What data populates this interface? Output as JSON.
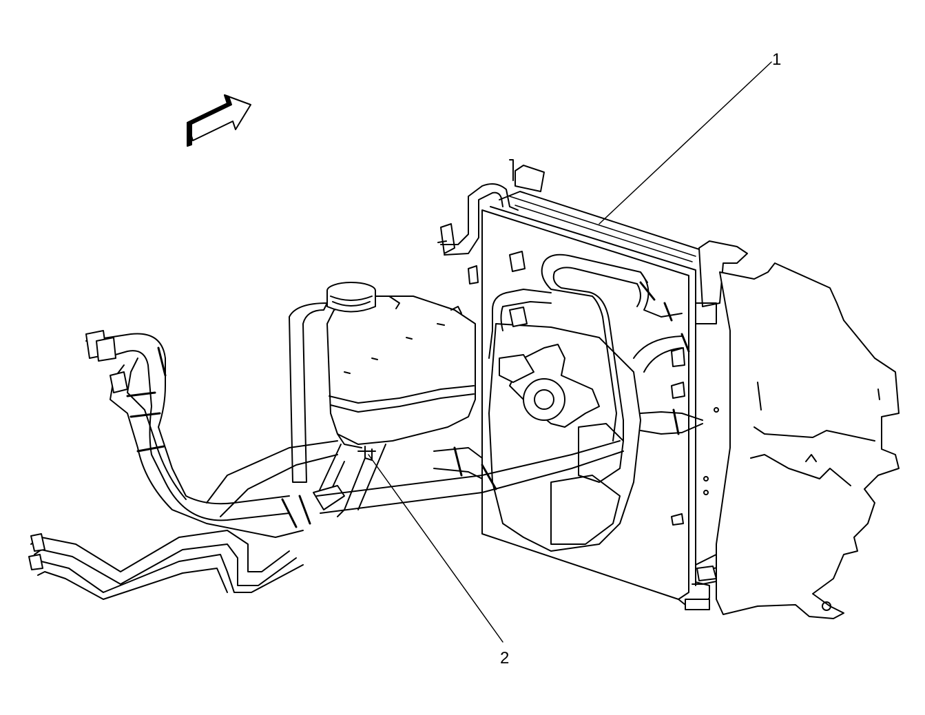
{
  "diagram": {
    "callouts": [
      {
        "id": "1",
        "label": "1"
      },
      {
        "id": "2",
        "label": "2"
      }
    ],
    "icons": {
      "orientation_arrow": "direction-arrow-icon"
    },
    "colors": {
      "line": "#000000",
      "background": "#ffffff"
    }
  }
}
